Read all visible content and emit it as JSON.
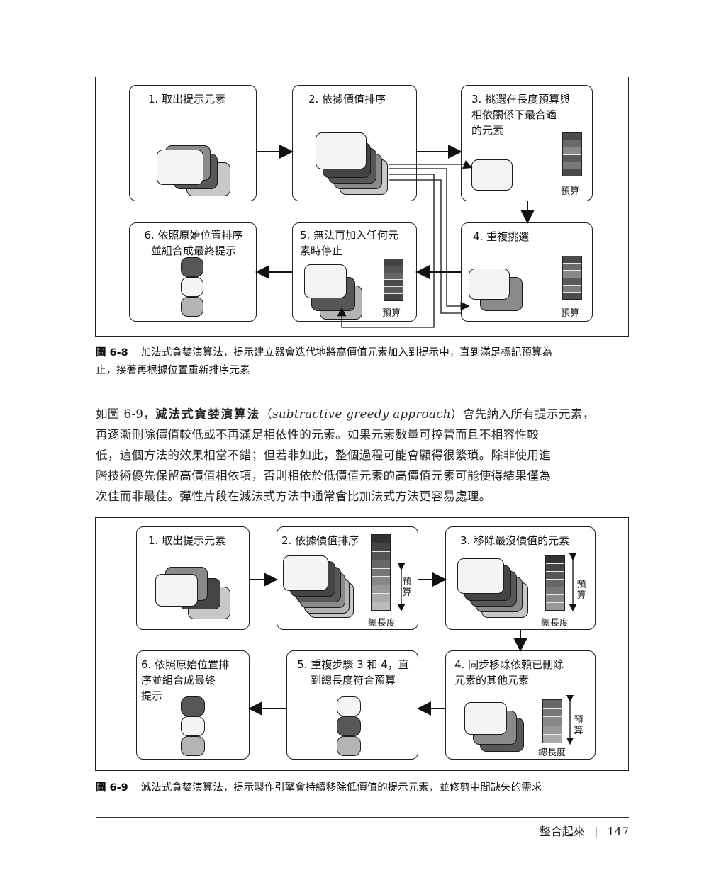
{
  "fig1": {
    "box1": "1. 取出提示元素",
    "box2": "2. 依據價值排序",
    "box3": "3. 挑選在長度預算與\n相依關係下最合適\n的元素",
    "box4": "4. 重複挑選",
    "box5": "5. 無法再加入任何元\n素時停止",
    "box6": "6. 依照原始位置排序\n並組合成最終提示",
    "budget": "預算",
    "caption_num": "圖 6-8",
    "caption_line1": "加法式貪婪演算法，提示建立器會迭代地將高價值元素加入到提示中，直到滿足標記預算為",
    "caption_line2": "止，接著再根據位置重新排序元素"
  },
  "body": {
    "line1_prefix": "如圖 6-9，",
    "term": "減法式貪婪演算法",
    "paren_open": "（",
    "english": "subtractive greedy approach",
    "line1_suffix": "）會先納入所有提示元素，",
    "line2": "再逐漸刪除價值較低或不再滿足相依性的元素。如果元素數量可控管而且不相容性較",
    "line3": "低，這個方法的效果相當不錯；但若非如此，整個過程可能會顯得很繁瑣。除非使用進",
    "line4": "階技術優先保留高價值相依項，否則相依於低價值元素的高價值元素可能使得結果僅為",
    "line5": "次佳而非最佳。彈性片段在減法式方法中通常會比加法式方法更容易處理。"
  },
  "fig2": {
    "box1": "1. 取出提示元素",
    "box2": "2. 依據價值排序",
    "box3": "3. 移除最沒價值的元素",
    "box4": "4. 同步移除依賴已刪除\n元素的其他元素",
    "box5": "5. 重複步驟 3 和 4，直\n到總長度符合預算",
    "box6": "6. 依照原始位置排\n序並組合成最終\n提示",
    "budget_v": "預\n算",
    "total_length": "總長度",
    "caption_num": "圖 6-9",
    "caption_line1": "減法式貪婪演算法，提示製作引擎會持續移除低價值的提示元素，並修剪中間缺失的需求"
  },
  "footer": {
    "chapter": "整合起來",
    "separator": "|",
    "page": "147"
  }
}
